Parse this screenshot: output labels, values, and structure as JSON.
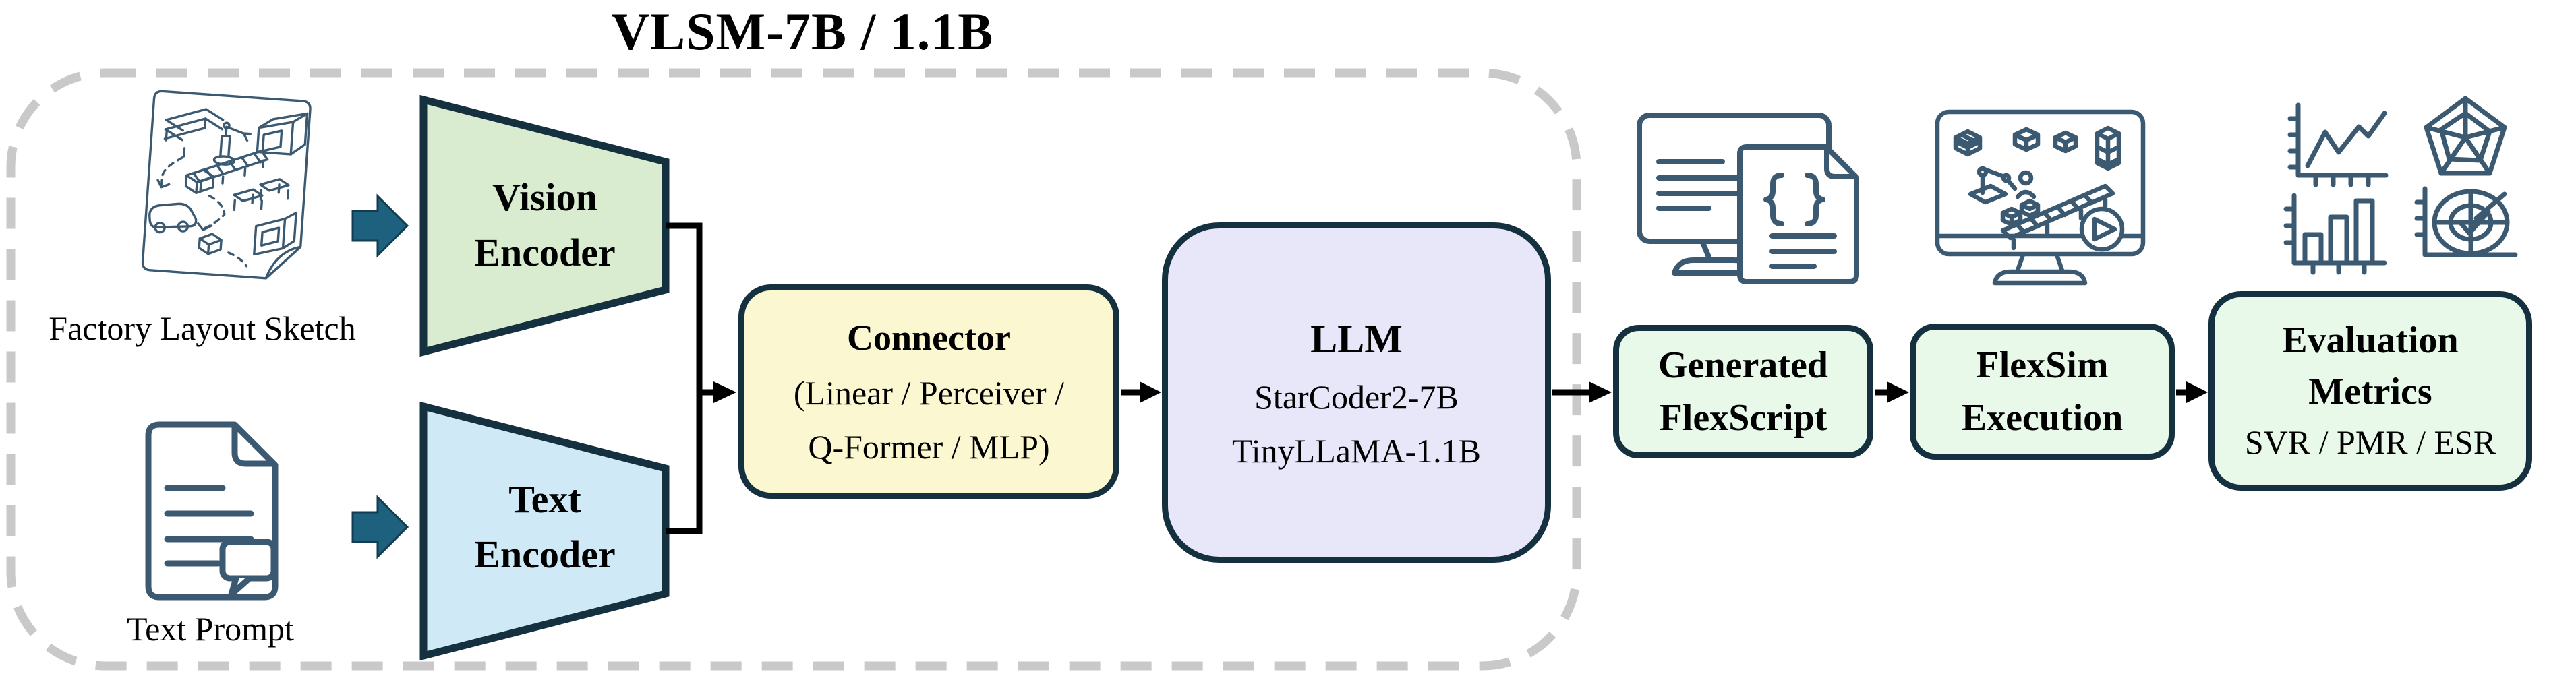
{
  "title": "VLSM-7B / 1.1B",
  "pipeline": {
    "inputs": {
      "factory_sketch": {
        "label": "Factory Layout Sketch",
        "icon": "factory-layout-sketch-icon"
      },
      "text_prompt": {
        "label": "Text Prompt",
        "icon": "text-prompt-document-icon"
      }
    },
    "vision_encoder": {
      "line1": "Vision",
      "line2": "Encoder"
    },
    "text_encoder": {
      "line1": "Text",
      "line2": "Encoder"
    },
    "connector": {
      "title": "Connector",
      "options_line1": "(Linear / Perceiver /",
      "options_line2": "Q-Former / MLP)"
    },
    "llm": {
      "title": "LLM",
      "model1": "StarCoder2-7B",
      "model2": "TinyLLaMA-1.1B"
    },
    "generated_flexscript": {
      "line1": "Generated",
      "line2": "FlexScript",
      "icon": "code-document-monitor-icon"
    },
    "flexsim_execution": {
      "line1": "FlexSim",
      "line2": "Execution",
      "icon": "simulation-monitor-icon"
    },
    "evaluation_metrics": {
      "line1": "Evaluation",
      "line2": "Metrics",
      "metrics": "SVR / PMR / ESR",
      "icons": [
        "line-chart-icon",
        "radar-chart-icon",
        "bar-chart-icon",
        "target-chart-icon"
      ]
    }
  },
  "colors": {
    "dark_border": "#15303e",
    "icon_stroke": "#3b5a72",
    "teal_arrow": "#1e617f",
    "vision_fill": "#d9ecd0",
    "text_encoder_fill": "#cfe9f6",
    "connector_fill": "#fbf8d1",
    "llm_fill": "#e7e7f9",
    "output_fill": "#e8f9e9",
    "dashed_boundary": "#c9c9c9",
    "arrow_black": "#000000"
  }
}
